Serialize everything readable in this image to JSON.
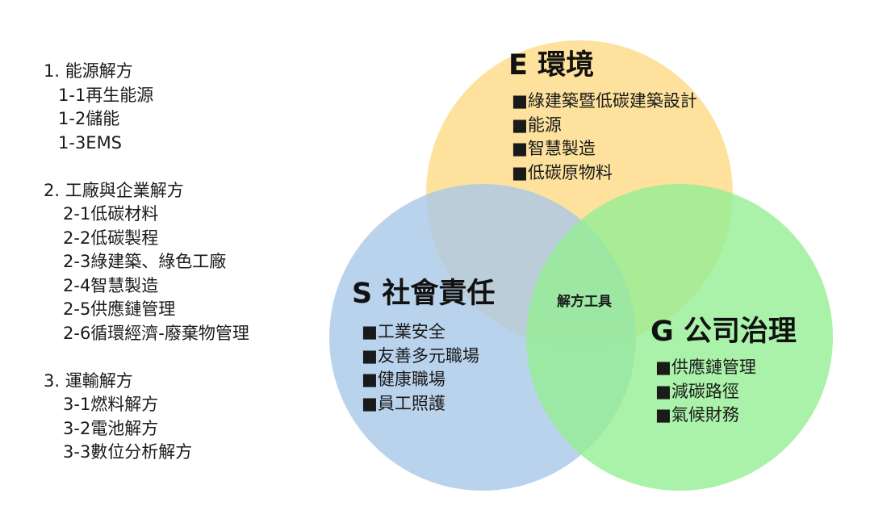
{
  "outline": [
    {
      "title": "1. 能源解方",
      "items": [
        "1-1再生能源",
        "1-2儲能",
        "1-3EMS"
      ]
    },
    {
      "title": "2. 工廠與企業解方",
      "items": [
        "2-1低碳材料",
        "2-2低碳製程",
        "2-3綠建築、綠色工廠",
        "2-4智慧製造",
        "2-5供應鏈管理",
        "2-6循環經濟-廢棄物管理"
      ]
    },
    {
      "title": "3. 運輸解方",
      "items": [
        "3-1燃料解方",
        "3-2電池解方",
        "3-3數位分析解方"
      ]
    }
  ],
  "venn": {
    "environment": {
      "title": "E 環境",
      "color": "#fdd985",
      "items": [
        "■綠建築暨低碳建築設計",
        "■能源",
        "■智慧製造",
        "■低碳原物料"
      ]
    },
    "social": {
      "title": "S 社會責任",
      "color": "#a9c8e9",
      "items": [
        "■工業安全",
        "■友善多元職場",
        "■健康職場",
        "■員工照護"
      ]
    },
    "governance": {
      "title": "G 公司治理",
      "color": "#95ef94",
      "items": [
        "■供應鏈管理",
        "■減碳路徑",
        "■氣候財務"
      ]
    },
    "center_label": "解方工具"
  }
}
